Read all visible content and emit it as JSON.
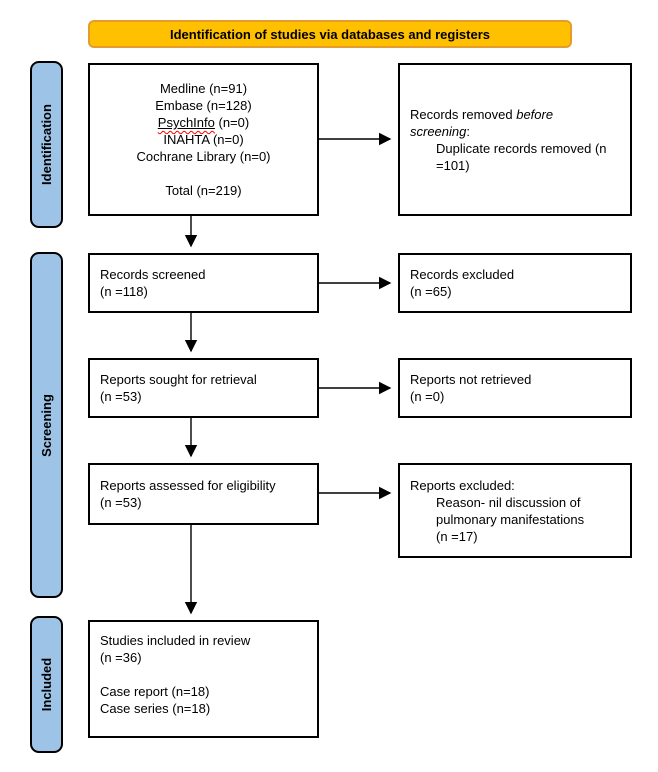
{
  "banner": {
    "label": "Identification of studies via databases and registers"
  },
  "sidebar": {
    "identification": "Identification",
    "screening": "Screening",
    "included": "Included"
  },
  "boxes": {
    "databases": {
      "line1": "Medline (n=91)",
      "line2": "Embase (n=128)",
      "line3_name": "PsychInfo",
      "line3_count": " (n=0)",
      "line4": "INAHTA (n=0)",
      "line5": "Cochrane Library (n=0)",
      "total": "Total (n=219)"
    },
    "records_removed": {
      "heading_normal": "Records removed ",
      "heading_italic_line1": "before",
      "heading_italic_line2": "screening",
      "heading_colon": ":",
      "detail_line1": "Duplicate records removed (n",
      "detail_line2": "=101)"
    },
    "records_screened": {
      "line1": "Records screened",
      "line2": "(n =118)"
    },
    "records_excluded": {
      "line1": "Records excluded",
      "line2": "(n =65)"
    },
    "reports_sought": {
      "line1": "Reports sought for retrieval",
      "line2": "(n =53)"
    },
    "reports_not_retrieved": {
      "line1": "Reports not retrieved",
      "line2": "(n =0)"
    },
    "reports_assessed": {
      "line1": "Reports assessed for eligibility",
      "line2": "(n =53)"
    },
    "reports_excluded": {
      "heading": "Reports excluded:",
      "detail_line1": "Reason- nil discussion of",
      "detail_line2": "pulmonary manifestations",
      "detail_line3": "(n =17)"
    },
    "studies_included": {
      "line1": "Studies included in review",
      "line2": "(n =36)",
      "line3": "Case report (n=18)",
      "line4": "Case series (n=18)"
    }
  },
  "colors": {
    "banner_fill": "#FFC000",
    "banner_border": "#E49C2D",
    "stage_fill": "#9DC3E6",
    "stage_border": "#000000",
    "box_border": "#000000",
    "spellcheck_underline": "#FF0000",
    "arrow": "#000000"
  }
}
